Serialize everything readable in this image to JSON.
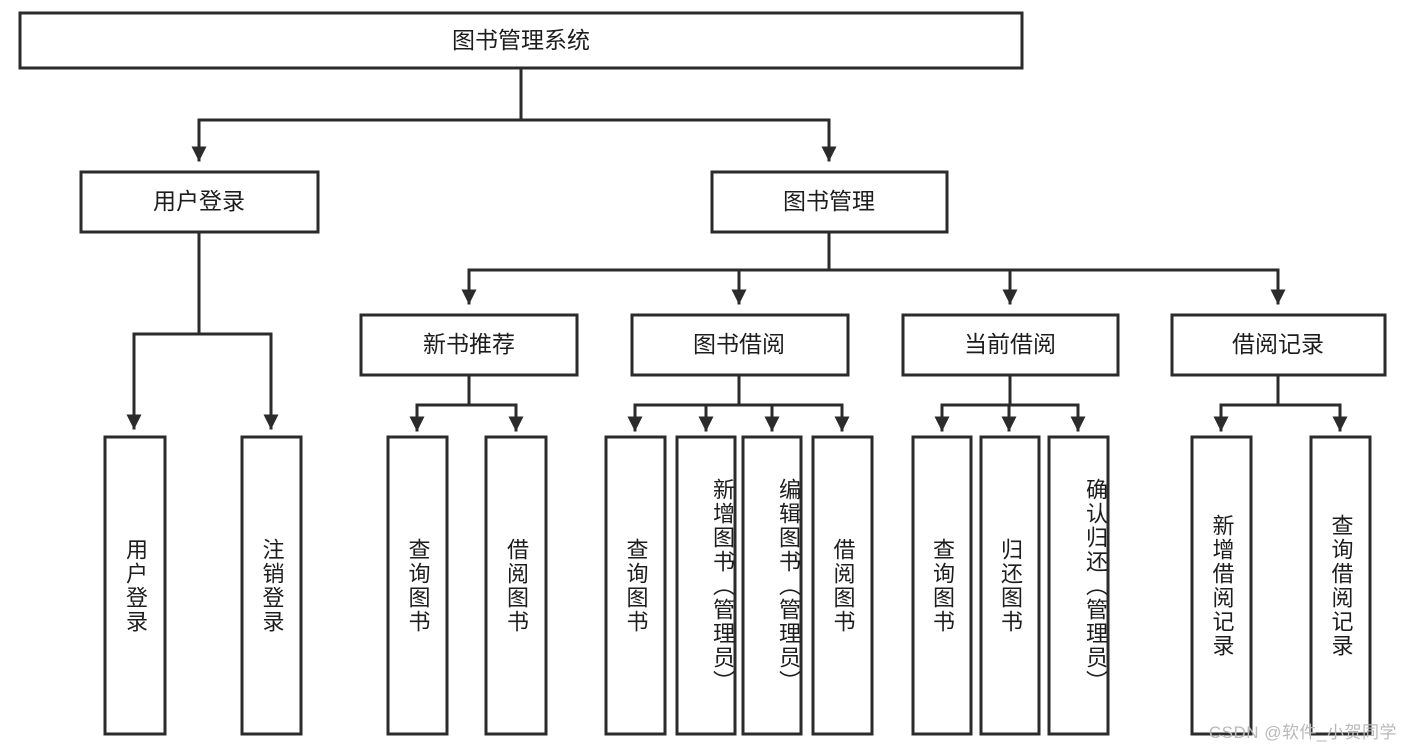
{
  "diagram": {
    "title": "图书管理系统",
    "type": "tree-hierarchy-chart",
    "root": {
      "id": "root",
      "label": "图书管理系统",
      "orientation": "horizontal"
    },
    "level2": [
      {
        "id": "user-login",
        "label": "用户登录",
        "orientation": "horizontal"
      },
      {
        "id": "book-management",
        "label": "图书管理",
        "orientation": "horizontal"
      }
    ],
    "level3": [
      {
        "id": "new-book-recommend",
        "label": "新书推荐",
        "orientation": "horizontal",
        "parent": "book-management"
      },
      {
        "id": "book-borrow",
        "label": "图书借阅",
        "orientation": "horizontal",
        "parent": "book-management"
      },
      {
        "id": "current-borrow",
        "label": "当前借阅",
        "orientation": "horizontal",
        "parent": "book-management"
      },
      {
        "id": "borrow-record",
        "label": "借阅记录",
        "orientation": "horizontal",
        "parent": "book-management"
      }
    ],
    "leaves": [
      {
        "id": "leaf-user-login",
        "label": "用户登录",
        "orientation": "vertical",
        "parent": "user-login"
      },
      {
        "id": "leaf-user-logout",
        "label": "注销登录",
        "orientation": "vertical",
        "parent": "user-login"
      },
      {
        "id": "leaf-query-book-1",
        "label": "查询图书",
        "orientation": "vertical",
        "parent": "new-book-recommend"
      },
      {
        "id": "leaf-borrow-book-1",
        "label": "借阅图书",
        "orientation": "vertical",
        "parent": "new-book-recommend"
      },
      {
        "id": "leaf-query-book-2",
        "label": "查询图书",
        "orientation": "vertical",
        "parent": "book-borrow"
      },
      {
        "id": "leaf-add-book",
        "label": "新增图书（管理员）",
        "orientation": "vertical",
        "parent": "book-borrow"
      },
      {
        "id": "leaf-edit-book",
        "label": "编辑图书（管理员）",
        "orientation": "vertical",
        "parent": "book-borrow"
      },
      {
        "id": "leaf-borrow-book-2",
        "label": "借阅图书",
        "orientation": "vertical",
        "parent": "book-borrow"
      },
      {
        "id": "leaf-query-book-3",
        "label": "查询图书",
        "orientation": "vertical",
        "parent": "current-borrow"
      },
      {
        "id": "leaf-return-book",
        "label": "归还图书",
        "orientation": "vertical",
        "parent": "current-borrow"
      },
      {
        "id": "leaf-confirm-return",
        "label": "确认归还（管理员）",
        "orientation": "vertical",
        "parent": "current-borrow"
      },
      {
        "id": "leaf-add-record",
        "label": "新增借阅记录",
        "orientation": "vertical",
        "parent": "borrow-record"
      },
      {
        "id": "leaf-query-record",
        "label": "查询借阅记录",
        "orientation": "vertical",
        "parent": "borrow-record"
      }
    ],
    "colors": {
      "stroke": "#2b2b2b",
      "fill": "#ffffff",
      "text": "#1d1d1d",
      "background": "#ffffff",
      "watermark": "#b9b9b9"
    }
  },
  "watermark": {
    "text": "CSDN @软件_小贺同学"
  }
}
